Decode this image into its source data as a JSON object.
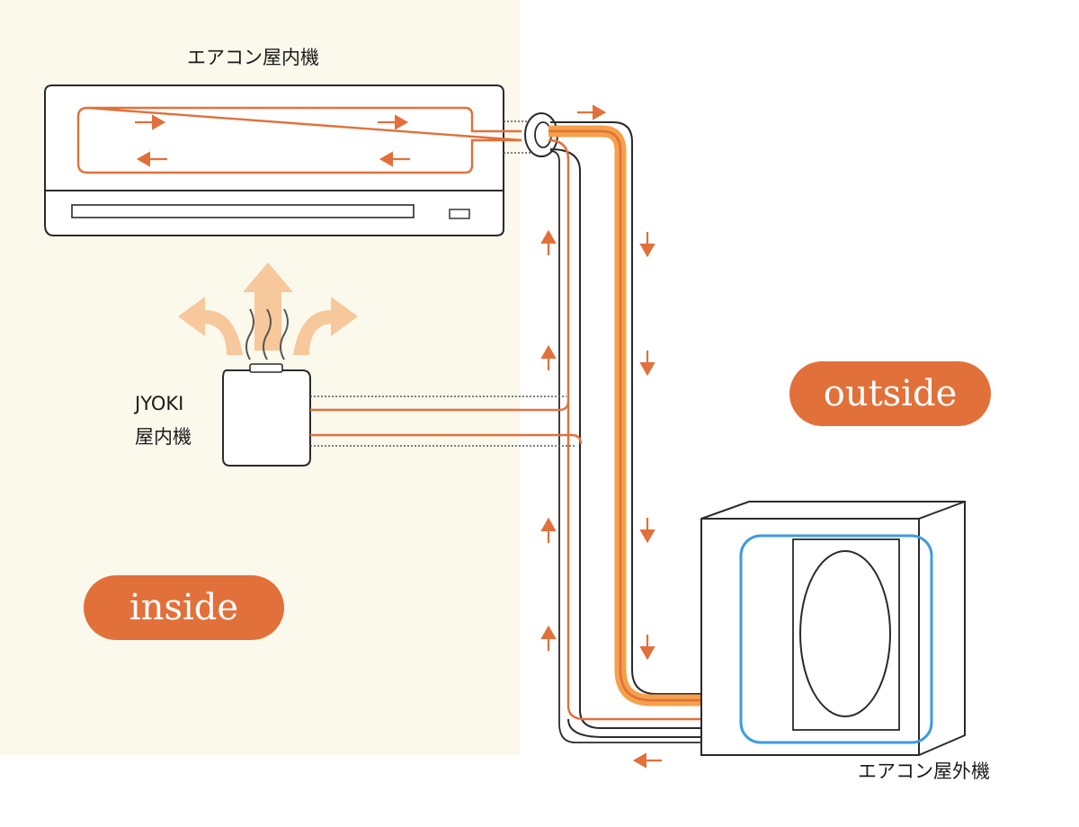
{
  "labels": {
    "indoor_unit": "エアコン屋内機",
    "jyoki_line1": "JYOKI",
    "jyoki_line2": "屋内機",
    "outdoor_unit": "エアコン屋外機",
    "inside": "inside",
    "outside": "outside"
  },
  "colors": {
    "inside_bg": "#fbf8ec",
    "hot_line": "#e2703a",
    "hot_pipe": "#f5a04a",
    "cold_loop": "#3d9be0",
    "heat_arrow": "#f7c89b",
    "pill": "#e2703a"
  }
}
